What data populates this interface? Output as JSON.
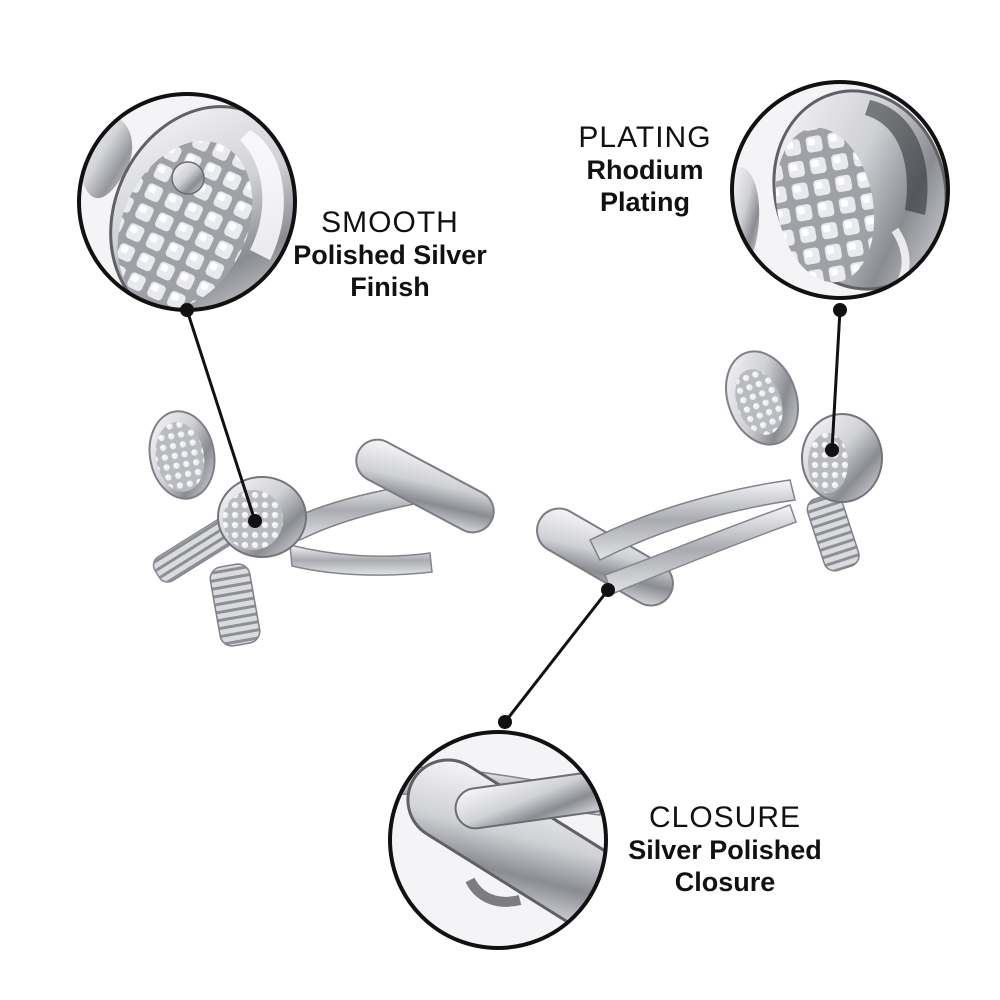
{
  "callouts": {
    "smooth": {
      "heading": "SMOOTH",
      "detail_line1": "Polished Silver",
      "detail_line2": "Finish"
    },
    "plating": {
      "heading": "PLATING",
      "detail_line1": "Rhodium",
      "detail_line2": "Plating"
    },
    "closure": {
      "heading": "CLOSURE",
      "detail_line1": "Silver Polished",
      "detail_line2": "Closure"
    }
  },
  "colors": {
    "background": "#ffffff",
    "outline": "#111111",
    "metal_light": "#f2f2f4",
    "metal_mid": "#c7c8cc",
    "metal_dark": "#6e7076"
  },
  "icons": [
    "tennis-racket-cufflink",
    "zoom-circle",
    "leader-line"
  ]
}
